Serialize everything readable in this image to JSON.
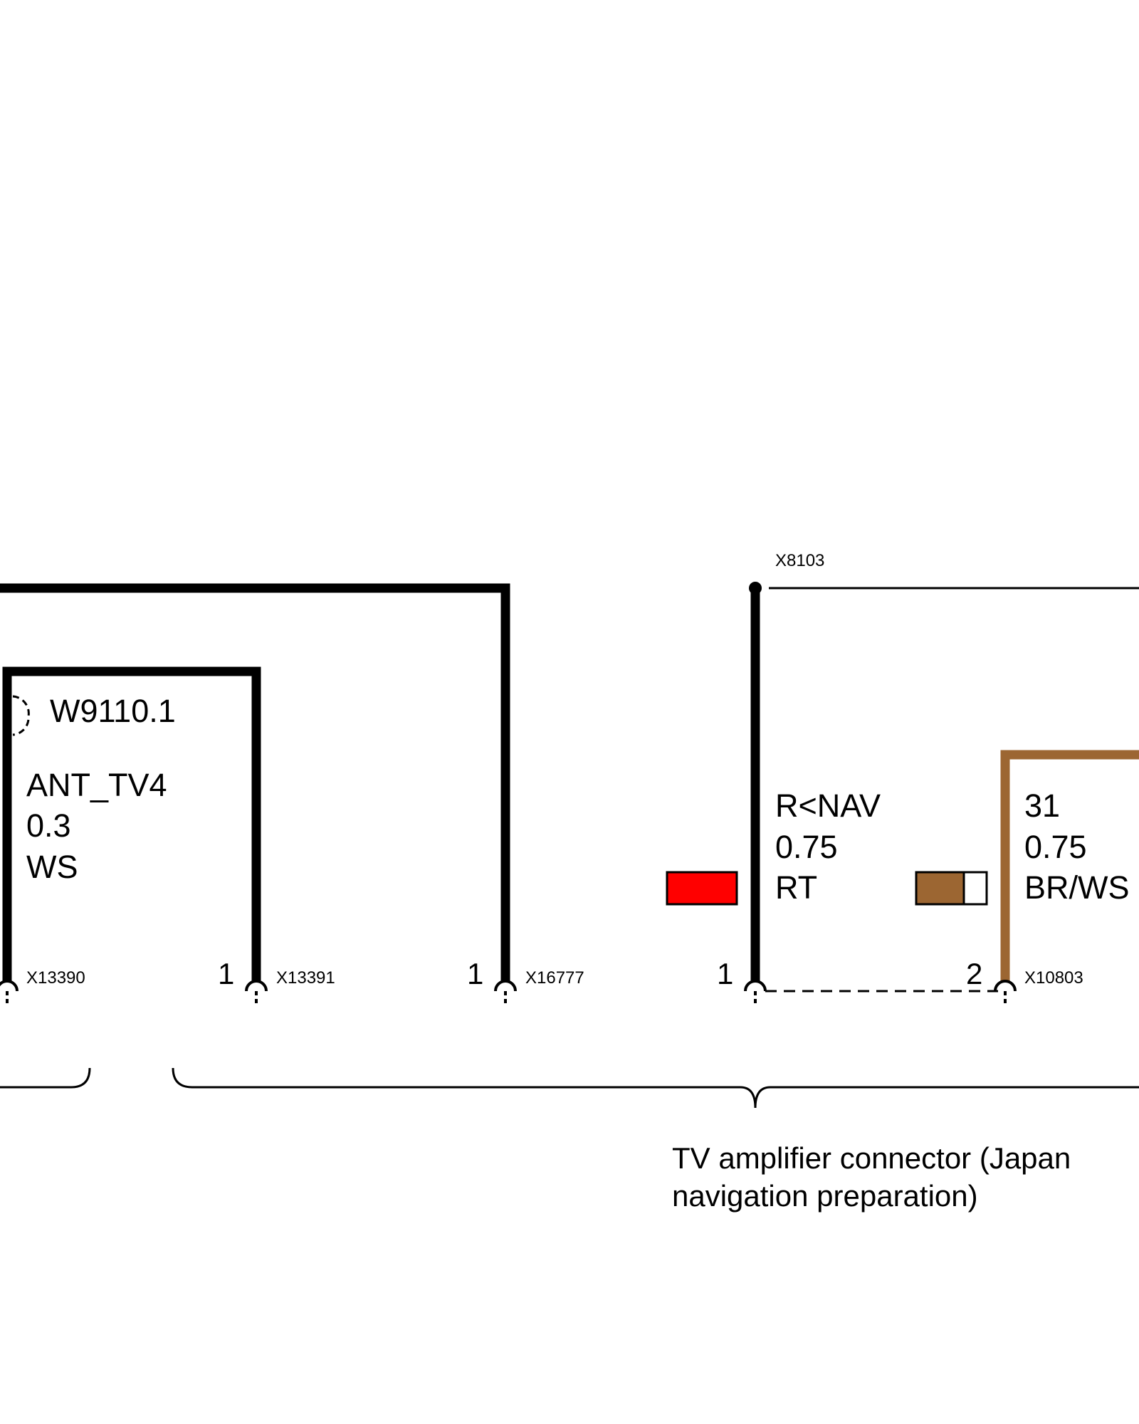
{
  "colors": {
    "wire_black": "#000000",
    "wire_brown": "#9c6632",
    "swatch_red": "#ff0000",
    "swatch_brown": "#9c6632",
    "swatch_white": "#ffffff"
  },
  "splice": {
    "id": "X8103"
  },
  "wires": {
    "ant_tv4": {
      "shield_ref": "W9110.1",
      "signal": "ANT_TV4",
      "gauge": "0.3",
      "color_code": "WS"
    },
    "r_nav": {
      "signal": "R<NAV",
      "gauge": "0.75",
      "color_code": "RT",
      "swatch_color": "red"
    },
    "ground_31": {
      "signal": "31",
      "gauge": "0.75",
      "color_code": "BR/WS",
      "swatch_colors": [
        "brown",
        "white"
      ]
    }
  },
  "connectors": [
    {
      "id": "X13390",
      "pin": ""
    },
    {
      "id": "X13391",
      "pin": "1"
    },
    {
      "id": "X16777",
      "pin": "1"
    },
    {
      "id": "",
      "pin": "1"
    },
    {
      "id": "X10803",
      "pin": "2"
    }
  ],
  "caption": {
    "line1": "TV amplifier connector (Japan",
    "line2": "navigation preparation)"
  }
}
